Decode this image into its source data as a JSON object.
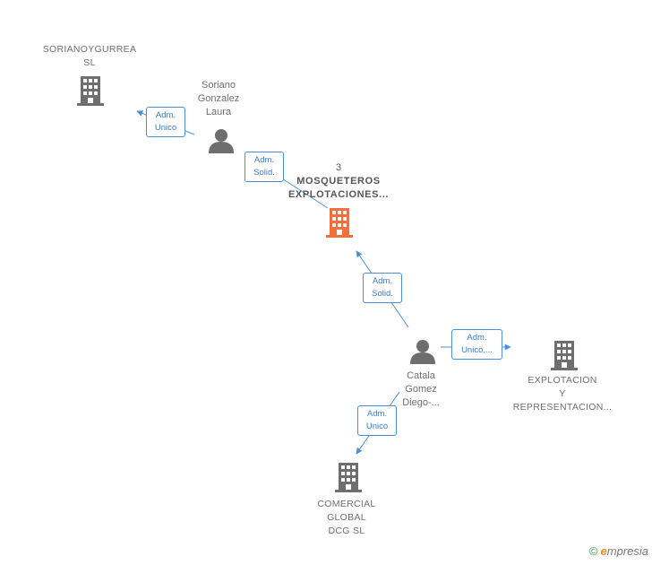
{
  "colors": {
    "node_gray": "#6e6e6e",
    "main_company": "#f26e3a",
    "edge_blue": "#4a90d9"
  },
  "nodes": {
    "sorianoygurrea": {
      "type": "company",
      "lines": [
        "SORIANOYGURREA",
        "SL"
      ],
      "icon": "building-icon"
    },
    "soriano_gonzalez": {
      "type": "person",
      "lines": [
        "Soriano",
        "Gonzalez",
        "Laura"
      ],
      "icon": "person-icon"
    },
    "mosqueteros": {
      "type": "company",
      "highlight": true,
      "lines": [
        "3",
        "MOSQUETEROS",
        "EXPLOTACIONES..."
      ],
      "icon": "building-icon"
    },
    "catala_gomez": {
      "type": "person",
      "lines": [
        "Catala",
        "Gomez",
        "Diego-..."
      ],
      "icon": "person-icon"
    },
    "explotacion": {
      "type": "company",
      "lines": [
        "EXPLOTACION",
        "Y",
        "REPRESENTACION..."
      ],
      "icon": "building-icon"
    },
    "comercial_global": {
      "type": "company",
      "lines": [
        "COMERCIAL",
        "GLOBAL",
        "DCG  SL"
      ],
      "icon": "building-icon"
    }
  },
  "edges": {
    "e1": {
      "lines": [
        "Adm.",
        "Unico"
      ]
    },
    "e2": {
      "lines": [
        "Adm.",
        "Solid."
      ]
    },
    "e3": {
      "lines": [
        "Adm.",
        "Solid."
      ]
    },
    "e4": {
      "lines": [
        "Adm.",
        "Unico,..."
      ]
    },
    "e5": {
      "lines": [
        "Adm.",
        "Unico"
      ]
    }
  },
  "brand": {
    "copyright": "©",
    "name_first": "e",
    "name_rest": "mpresia"
  }
}
